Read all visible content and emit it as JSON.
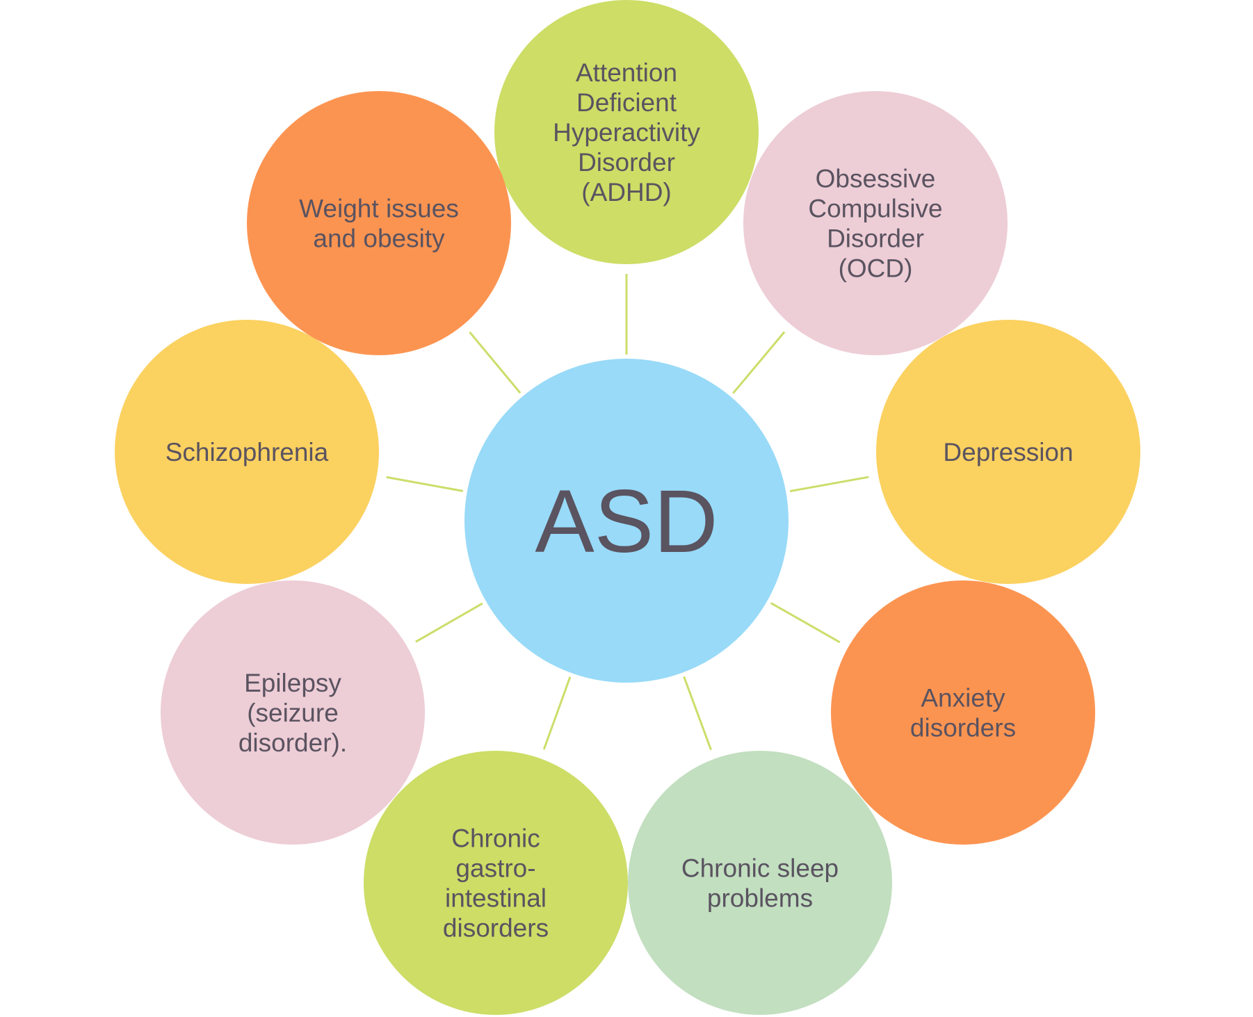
{
  "center": {
    "label": "ASD",
    "color": "#98daf8"
  },
  "connector_color": "#cddd6a",
  "text_color": "#5a5360",
  "nodes": [
    {
      "id": "adhd",
      "lines": [
        "Attention",
        "Deficient",
        "Hyperactivity",
        "Disorder",
        "(ADHD)"
      ],
      "color": "#cddd66"
    },
    {
      "id": "ocd",
      "lines": [
        "Obsessive",
        "Compulsive",
        "Disorder",
        "(OCD)"
      ],
      "color": "#edcdd6"
    },
    {
      "id": "depression",
      "lines": [
        "Depression"
      ],
      "color": "#fbd160"
    },
    {
      "id": "anxiety",
      "lines": [
        "Anxiety",
        "disorders"
      ],
      "color": "#fc9451"
    },
    {
      "id": "sleep",
      "lines": [
        "Chronic sleep",
        "problems"
      ],
      "color": "#c2dfc0"
    },
    {
      "id": "gastro",
      "lines": [
        "Chronic",
        "gastro-",
        "intestinal",
        "disorders"
      ],
      "color": "#cddd66"
    },
    {
      "id": "epilepsy",
      "lines": [
        "Epilepsy",
        "(seizure",
        "disorder)."
      ],
      "color": "#edcdd6"
    },
    {
      "id": "schizophrenia",
      "lines": [
        "Schizophrenia"
      ],
      "color": "#fbd160"
    },
    {
      "id": "weight",
      "lines": [
        "Weight issues",
        "and obesity"
      ],
      "color": "#fc9451"
    }
  ]
}
